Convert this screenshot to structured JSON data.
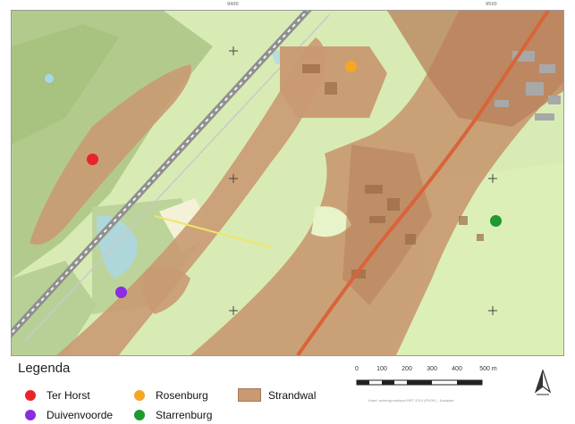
{
  "map": {
    "grid_labels_top": [
      "9400",
      "9500"
    ],
    "grid_labels_right": [
      "",
      "",
      ""
    ],
    "sites": [
      {
        "name": "Ter Horst",
        "color": "#e8262a"
      },
      {
        "name": "Rosenburg",
        "color": "#f5a623"
      },
      {
        "name": "Duivenvoorde",
        "color": "#8b2be2"
      },
      {
        "name": "Starrenburg",
        "color": "#1f9a2f"
      }
    ],
    "colors": {
      "meadow": "#d9ebb4",
      "meadow_light": "#e7f3c9",
      "forest": "#a8c27f",
      "strandwal": "#c99a72",
      "urban": "#c0865e",
      "road_main": "#d9643a",
      "rail": "#9a9a9a",
      "water": "#a9d7ea"
    }
  },
  "legend": {
    "title": "Legenda",
    "items": [
      {
        "label": "Ter Horst",
        "type": "dot",
        "color": "#e8262a"
      },
      {
        "label": "Rosenburg",
        "type": "dot",
        "color": "#f5a623"
      },
      {
        "label": "Strandwal",
        "type": "area",
        "color": "#c99a72"
      },
      {
        "label": "Duivenvoorde",
        "type": "dot",
        "color": "#8b2be2"
      },
      {
        "label": "Starrenburg",
        "type": "dot",
        "color": "#1f9a2f"
      }
    ]
  },
  "scale": {
    "labels": [
      "0",
      "100",
      "200",
      "300",
      "400",
      "500 m"
    ]
  },
  "credit": "Kaart: achtergrondkaart BRT 2015 (PDOK) - Kadaster"
}
